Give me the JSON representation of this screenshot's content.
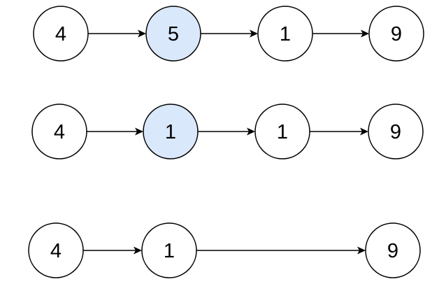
{
  "colors": {
    "node_fill": "#ffffff",
    "highlight_fill": "#dae8fc",
    "highlight_stroke": "#6c8ebf",
    "stroke": "#000000"
  },
  "rows": [
    {
      "nodes": [
        {
          "label": "4",
          "highlighted": false
        },
        {
          "label": "5",
          "highlighted": true
        },
        {
          "label": "1",
          "highlighted": false
        },
        {
          "label": "9",
          "highlighted": false
        }
      ],
      "edges": [
        [
          0,
          1
        ],
        [
          1,
          2
        ],
        [
          2,
          3
        ]
      ]
    },
    {
      "nodes": [
        {
          "label": "4",
          "highlighted": false
        },
        {
          "label": "1",
          "highlighted": true
        },
        {
          "label": "1",
          "highlighted": false
        },
        {
          "label": "9",
          "highlighted": false
        }
      ],
      "edges": [
        [
          0,
          1
        ],
        [
          1,
          2
        ],
        [
          2,
          3
        ]
      ]
    },
    {
      "nodes": [
        {
          "label": "4",
          "highlighted": false
        },
        {
          "label": "1",
          "highlighted": false
        },
        {
          "label": "9",
          "highlighted": false
        }
      ],
      "edges": [
        [
          0,
          1
        ],
        [
          1,
          2
        ]
      ]
    }
  ]
}
